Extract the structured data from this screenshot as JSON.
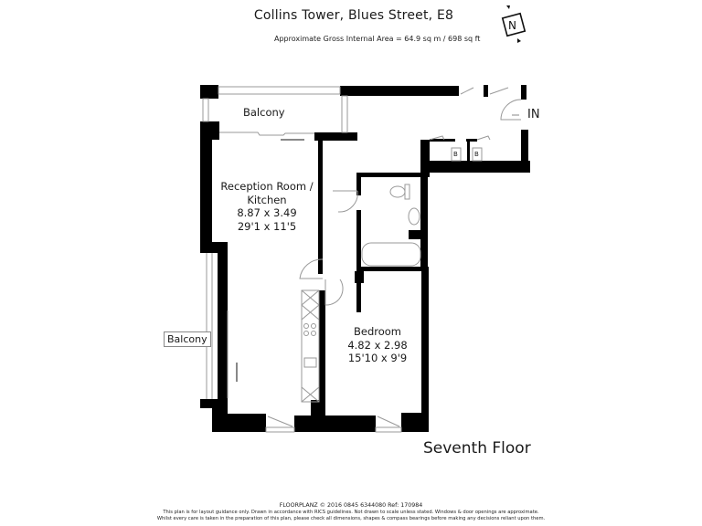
{
  "header": {
    "title": "Collins Tower, Blues Street, E8",
    "area": "Approximate Gross Internal Area = 64.9 sq m / 698 sq ft",
    "compass_letter": "N"
  },
  "rooms": {
    "balcony_top": {
      "name": "Balcony"
    },
    "balcony_side": {
      "name": "Balcony"
    },
    "reception": {
      "name_line1": "Reception Room /",
      "name_line2": "Kitchen",
      "metric": "8.87 x 3.49",
      "imperial": "29'1 x 11'5"
    },
    "bedroom": {
      "name": "Bedroom",
      "metric": "4.82 x 2.98",
      "imperial": "15'10 x 9'9"
    },
    "storage_1": {
      "label": "B"
    },
    "storage_2": {
      "label": "B"
    }
  },
  "entrance": {
    "label": "IN"
  },
  "floor_label": "Seventh Floor",
  "footer": {
    "credit": "FLOORPLANZ © 2016   0845 6344080   Ref: 170984",
    "disclaimer_1": "This plan is for layout guidance only. Drawn in accordance with RICS guidelines. Not drawn to scale unless stated. Windows & door openings are approximate.",
    "disclaimer_2": "Whilst every care is taken in the preparation of this plan, please check all dimensions, shapes & compass bearings before making any decisions reliant upon them."
  },
  "colors": {
    "wall": "#000000",
    "fixture_line": "#888888",
    "background": "#ffffff"
  }
}
